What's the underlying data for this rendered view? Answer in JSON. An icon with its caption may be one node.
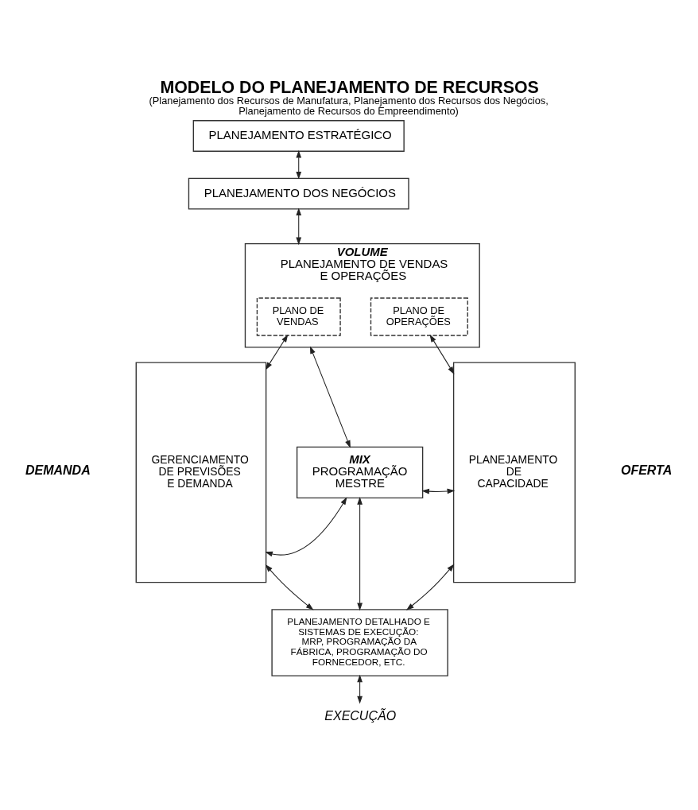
{
  "diagram": {
    "title": "MODELO DO PLANEJAMENTO DE RECURSOS",
    "caption": "(Planejamento dos Recursos de Manufatura, Planejamento dos Recursos dos Negócios, Planejamento de Recursos do Empreendimento)",
    "nodes": [
      {
        "text": [
          "PLANEJAMENTO ESTRATÉGICO"
        ]
      },
      {
        "text": [
          "PLANEJAMENTO DOS NEGÓCIOS"
        ]
      },
      {
        "text": [
          "GERENCIAMENTO DE PREVISÕES E DEMANDA"
        ]
      },
      {
        "text": [
          "VOLUME",
          "PLANEJAMENTO DE VENDAS E OPERAÇÕES"
        ]
      },
      {
        "text": [
          "PLANO DE VENDAS"
        ],
        "in": 3
      },
      {
        "text": [
          "PLANO DE OPERAÇÕES"
        ],
        "in": 3
      },
      {
        "text": [
          "PLANEJAMENTO DE CAPACIDADE"
        ]
      },
      {
        "text": [
          "MIX",
          "PROGRAMAÇÃO MESTRE"
        ]
      },
      {
        "text": [
          "PLANEJAMENTO DETALHADO E SISTEMAS DE EXECUÇÃO:",
          "MRP, PROGRAMAÇÃO DA FÁBRICA, PROGRAMAÇÃO DO FORNECEDOR, ETC."
        ]
      },
      {
        "text": [
          "EXECUÇÃO"
        ]
      }
    ],
    "edges": [
      {
        "from": 0,
        "to": 1,
        "arrow": "both"
      },
      {
        "from": 1,
        "to": 3,
        "arrow": "both"
      },
      {
        "from": 2,
        "to": 4,
        "arrow": "both"
      },
      {
        "from": 5,
        "to": 6,
        "arrow": "both"
      },
      {
        "from": 3,
        "to": 7,
        "arrow": "both"
      },
      {
        "from": 2,
        "to": 7,
        "arrow": "both"
      },
      {
        "from": 7,
        "to": 6,
        "arrow": "both"
      },
      {
        "from": 7,
        "to": 8,
        "arrow": "both"
      },
      {
        "from": 2,
        "to": 8,
        "arrow": "both"
      },
      {
        "from": 8,
        "to": 6,
        "arrow": "both"
      },
      {
        "from": 8,
        "to": 9,
        "arrow": "both"
      }
    ],
    "labels": [
      "DEMANDA",
      "OFERTA"
    ]
  }
}
